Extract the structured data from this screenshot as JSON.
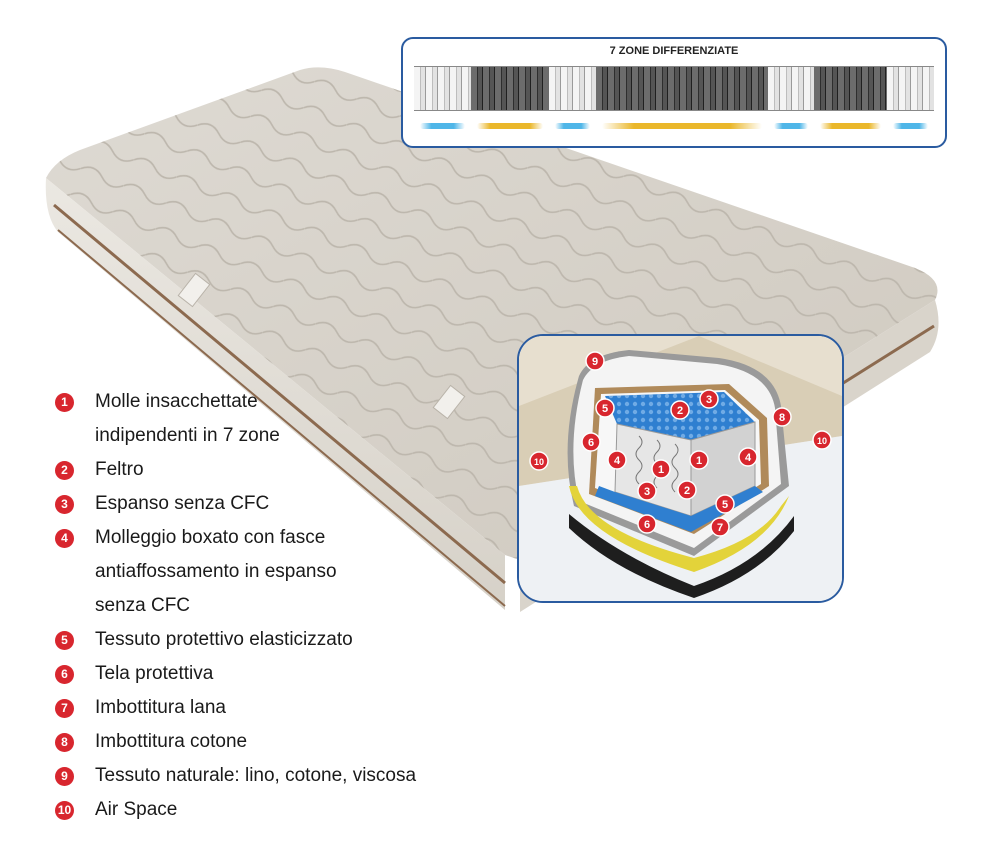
{
  "zones_panel": {
    "title": "7 ZONE DIFFERENZIATE",
    "zones": [
      {
        "tone": "light",
        "width": 0.11
      },
      {
        "tone": "dark",
        "width": 0.15
      },
      {
        "tone": "light",
        "width": 0.09
      },
      {
        "tone": "dark",
        "width": 0.33
      },
      {
        "tone": "light",
        "width": 0.09
      },
      {
        "tone": "dark",
        "width": 0.14
      },
      {
        "tone": "light",
        "width": 0.09
      }
    ],
    "colors": {
      "firm": "#eab72a",
      "soft": "#4fb6e8"
    }
  },
  "detail_markers": [
    {
      "num": "1"
    },
    {
      "num": "1"
    },
    {
      "num": "2"
    },
    {
      "num": "2"
    },
    {
      "num": "3"
    },
    {
      "num": "3"
    },
    {
      "num": "4"
    },
    {
      "num": "4"
    },
    {
      "num": "5"
    },
    {
      "num": "5"
    },
    {
      "num": "6"
    },
    {
      "num": "6"
    },
    {
      "num": "7"
    },
    {
      "num": "8"
    },
    {
      "num": "9"
    },
    {
      "num": "10"
    },
    {
      "num": "10"
    }
  ],
  "legend": [
    {
      "num": "1",
      "text": "Molle insacchettate\nindipendenti in 7 zone"
    },
    {
      "num": "2",
      "text": "Feltro"
    },
    {
      "num": "3",
      "text": "Espanso senza CFC"
    },
    {
      "num": "4",
      "text": "Molleggio boxato con fasce\nantiaffossamento in espanso\nsenza CFC"
    },
    {
      "num": "5",
      "text": "Tessuto protettivo elasticizzato"
    },
    {
      "num": "6",
      "text": "Tela protettiva"
    },
    {
      "num": "7",
      "text": "Imbottitura lana"
    },
    {
      "num": "8",
      "text": "Imbottitura cotone"
    },
    {
      "num": "9",
      "text": "Tessuto naturale: lino, cotone, viscosa"
    },
    {
      "num": "10",
      "text": "Air Space"
    }
  ],
  "colors": {
    "marker": "#d8262e",
    "frame": "#2a5ba0"
  }
}
